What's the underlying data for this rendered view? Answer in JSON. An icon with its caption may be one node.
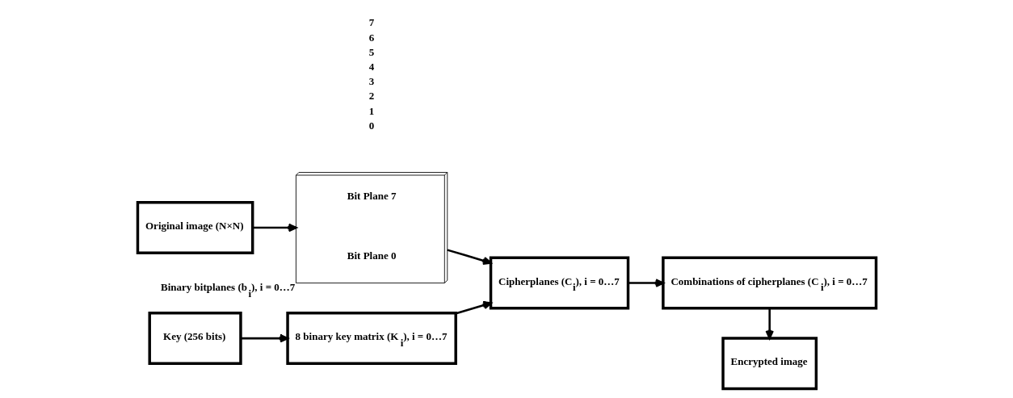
{
  "diagram": {
    "nodes": [
      {
        "text": [
          "Original image (N×N)"
        ]
      },
      {
        "text": [
          "Bit Plane 7",
          "Bit Plane 0"
        ],
        "beside": [
          "Binary bitplanes (b$_{i}$), i = 0…7"
        ]
      },
      {
        "text": [
          "Key (256 bits)"
        ]
      },
      {
        "text": [
          "8 binary key matrix (K$_{i}$), i = 0…7"
        ]
      },
      {
        "text": [
          "Cipherplanes (C$_{i}$), i = 0…7"
        ]
      },
      {
        "text": [
          "Combinations of cipherplanes (C$_{i}$), i = 0…7"
        ]
      },
      {
        "text": [
          "Encrypted image"
        ]
      }
    ],
    "edges": [
      {
        "from": 0,
        "to": 1,
        "arrow": "to"
      },
      {
        "from": 1,
        "to": 4,
        "arrow": "to"
      },
      {
        "from": 2,
        "to": 3,
        "arrow": "to"
      },
      {
        "from": 3,
        "to": 4,
        "arrow": "to"
      },
      {
        "from": 4,
        "to": 5,
        "arrow": "to"
      },
      {
        "from": 5,
        "to": 6,
        "arrow": "to"
      }
    ],
    "labels": [
      "7",
      "6",
      "5",
      "4",
      "3",
      "2",
      "1",
      "0"
    ]
  }
}
